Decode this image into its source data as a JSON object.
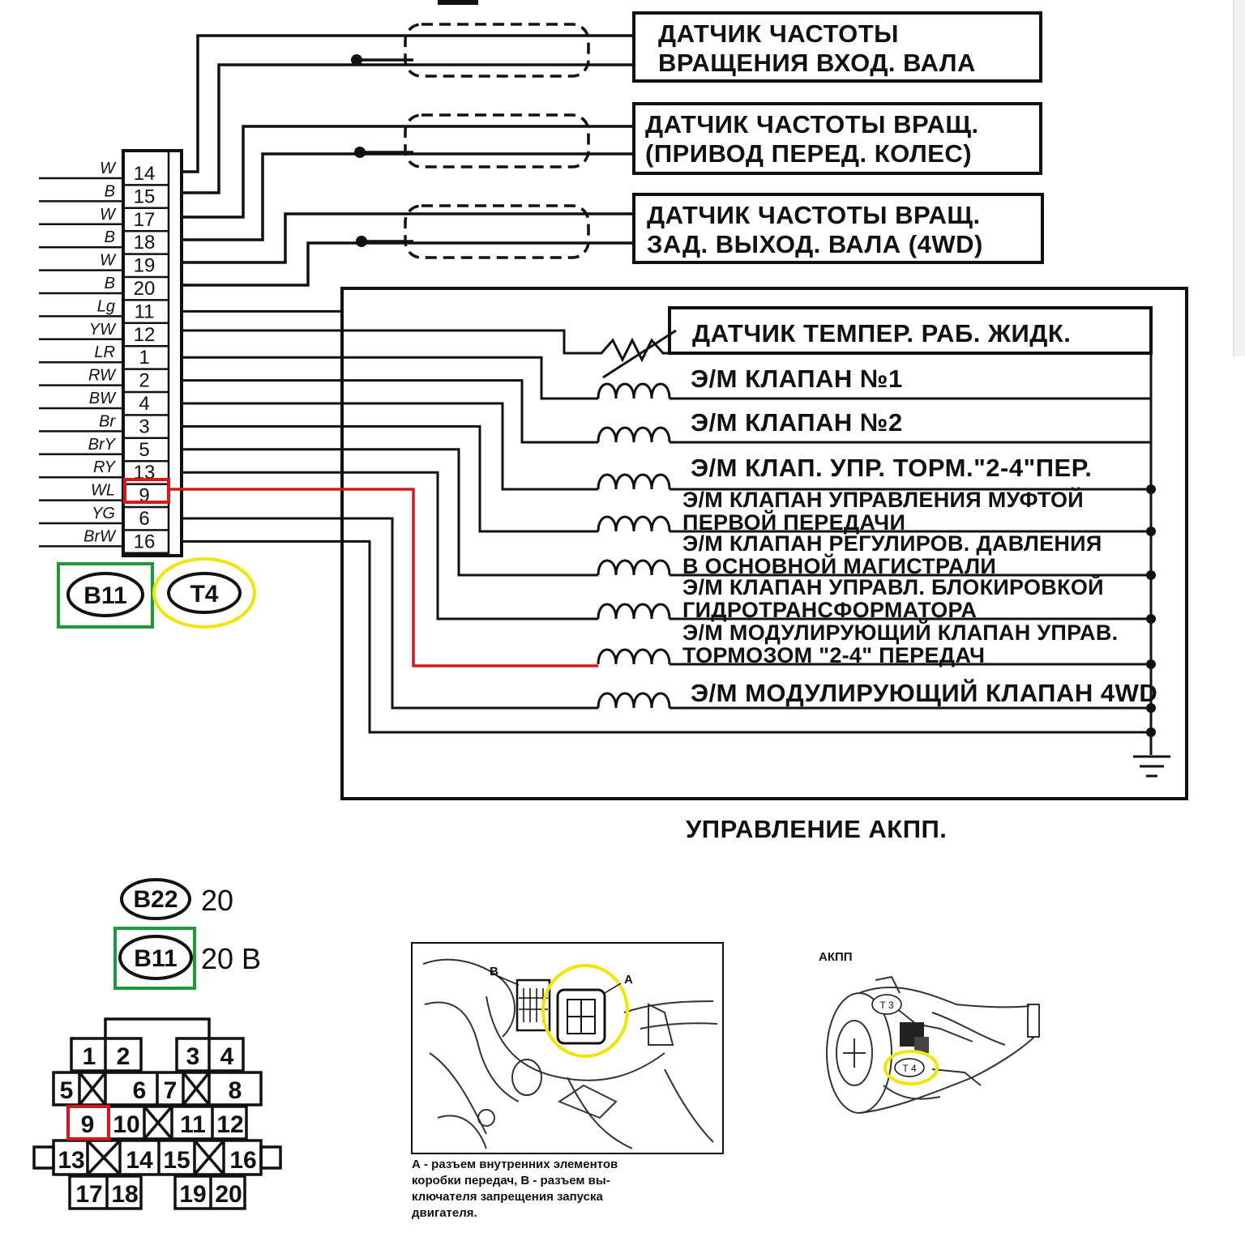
{
  "sensors": [
    {
      "line1": "ДАТЧИК ЧАСТОТЫ",
      "line2": "ВРАЩЕНИЯ ВХОД. ВАЛА"
    },
    {
      "line1": "ДАТЧИК ЧАСТОТЫ ВРАЩ.",
      "line2": "(ПРИВОД ПЕРЕД. КОЛЕС)"
    },
    {
      "line1": "ДАТЧИК ЧАСТОТЫ ВРАЩ.",
      "line2": "ЗАД. ВЫХОД. ВАЛА (4WD)"
    }
  ],
  "temp_sensor": "ДАТЧИК ТЕМПЕР. РАБ. ЖИДК.",
  "valves": [
    {
      "line1": "Э/М КЛАПАН №1",
      "line2": ""
    },
    {
      "line1": "Э/М КЛАПАН №2",
      "line2": ""
    },
    {
      "line1": "Э/М КЛАП. УПР. ТОРМ.\"2-4\"ПЕР.",
      "line2": ""
    },
    {
      "line1": "Э/М КЛАПАН УПРАВЛЕНИЯ МУФТОЙ",
      "line2": "ПЕРВОЙ ПЕРЕДАЧИ"
    },
    {
      "line1": "Э/М КЛАПАН РЕГУЛИРОВ. ДАВЛЕНИЯ",
      "line2": "В ОСНОВНОЙ МАГИСТРАЛИ"
    },
    {
      "line1": "Э/М КЛАПАН УПРАВЛ. БЛОКИРОВКОЙ",
      "line2": "ГИДРОТРАНСФОРМАТОРА"
    },
    {
      "line1": "Э/М МОДУЛИРУЮЩИЙ КЛАПАН УПРАВ.",
      "line2": "ТОРМОЗОМ \"2-4\" ПЕРЕДАЧ"
    },
    {
      "line1": "Э/М МОДУЛИРУЮЩИЙ КЛАПАН 4WD",
      "line2": ""
    }
  ],
  "pins": [
    "14",
    "15",
    "17",
    "18",
    "19",
    "20",
    "11",
    "12",
    "1",
    "2",
    "4",
    "3",
    "5",
    "13",
    "9",
    "6",
    "16"
  ],
  "wire_colors": [
    "W",
    "B",
    "W",
    "B",
    "W",
    "B",
    "Lg",
    "YW",
    "LR",
    "RW",
    "BW",
    "Br",
    "BrY",
    "RY",
    "WL",
    "YG",
    "BrW"
  ],
  "connector_b11": "B11",
  "connector_t4": "T4",
  "section_title": "УПРАВЛЕНИЕ АКПП.",
  "legend": {
    "b22": "B22",
    "b22_text": "20",
    "b11": "B11",
    "b11_text": "20 В"
  },
  "connector_face": {
    "row1": [
      "1",
      "2",
      "3",
      "4"
    ],
    "row2": [
      "5",
      "6",
      "7",
      "8"
    ],
    "row3": [
      "9",
      "10",
      "11",
      "12"
    ],
    "row4": [
      "13",
      "14",
      "15",
      "16"
    ],
    "row5": [
      "17",
      "18",
      "19",
      "20"
    ]
  },
  "photo": {
    "label_a": "A",
    "label_b": "B",
    "caption": [
      "А - разъем внутренних элементов",
      "коробки передач, В - разъем вы-",
      "ключателя запрещения запуска",
      "двигателя."
    ]
  },
  "akpp_view": {
    "title": "АКПП",
    "t3": "Т 3",
    "t4": "Т 4"
  },
  "colors": {
    "highlight_red": "#d6181c",
    "highlight_green": "#1c9a3a",
    "highlight_yellow": "#f2e600"
  }
}
